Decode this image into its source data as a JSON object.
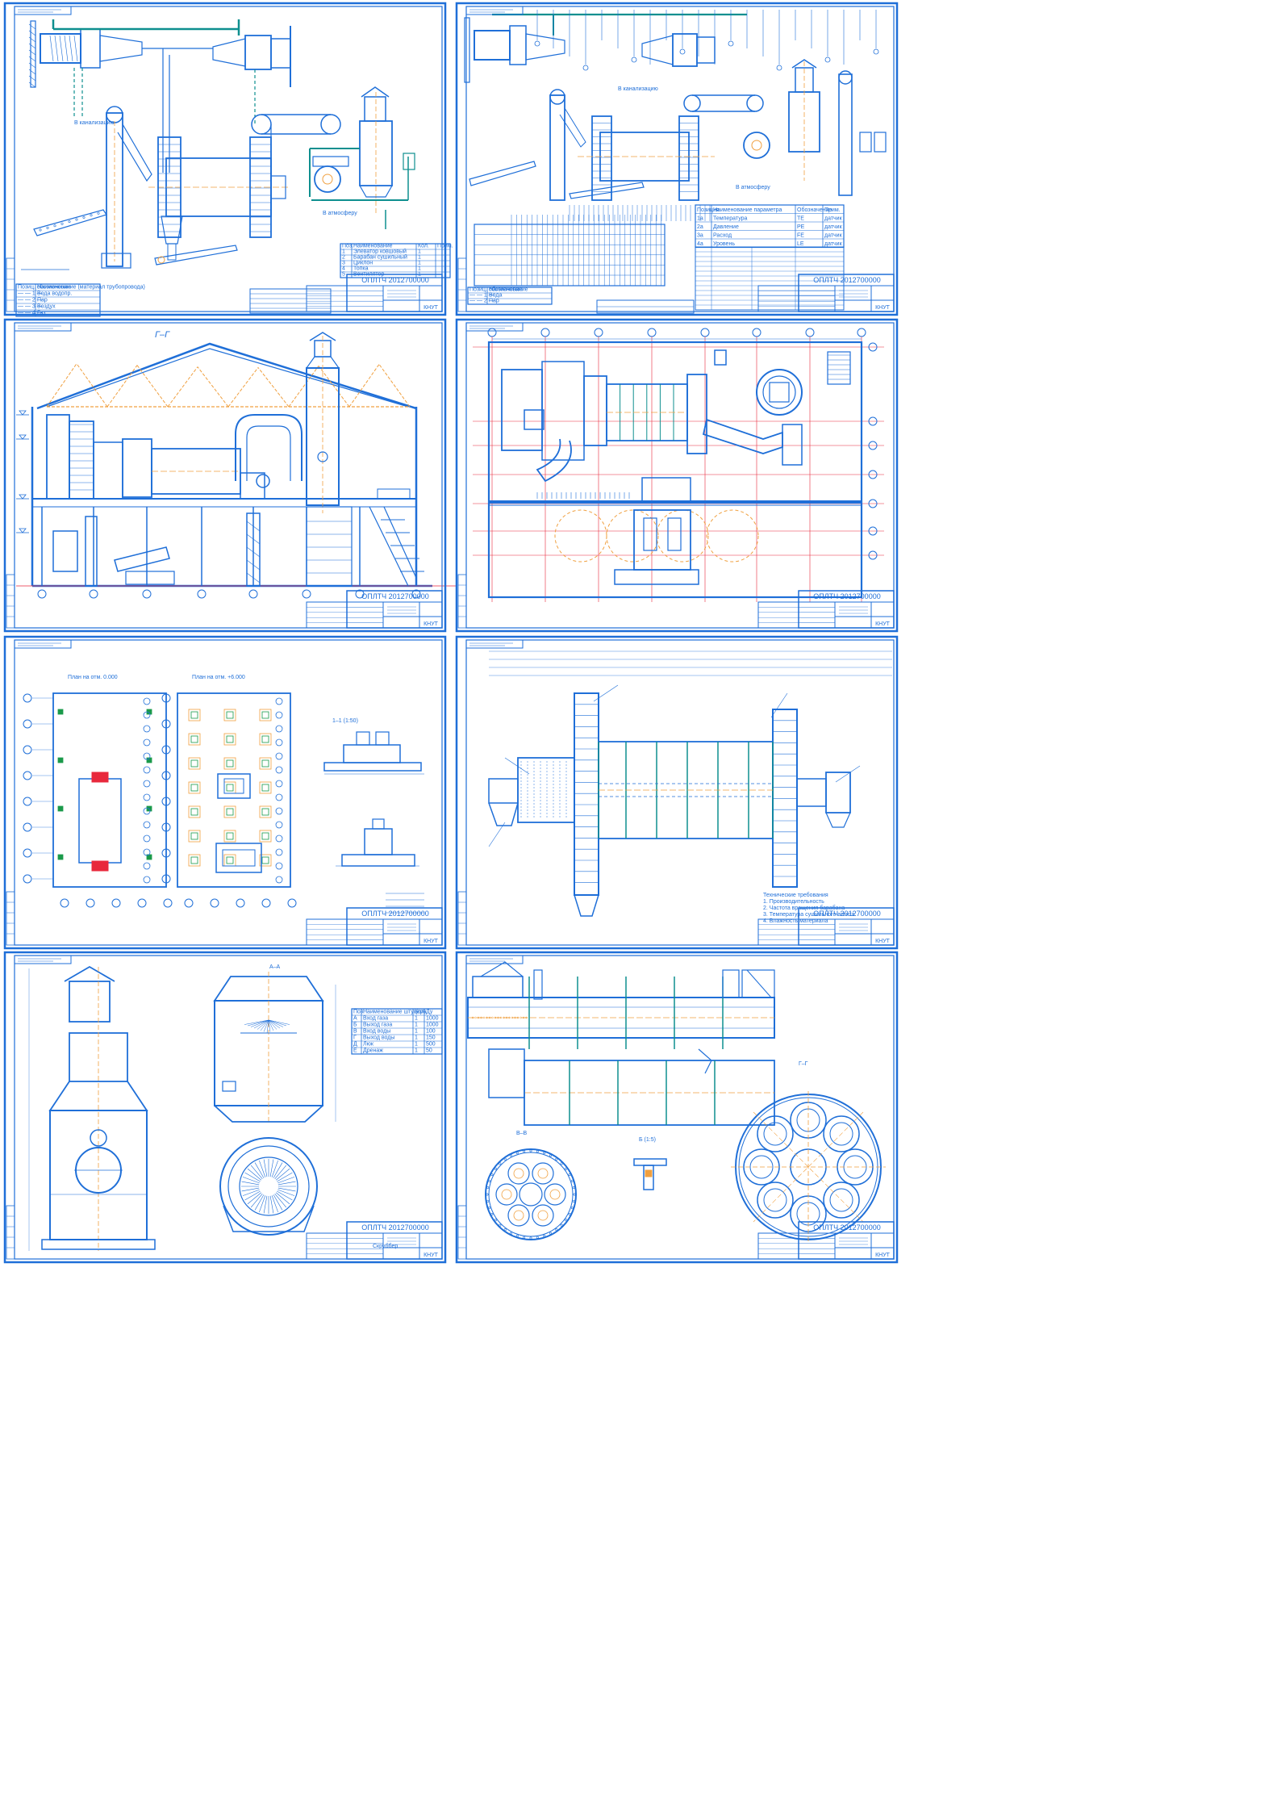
{
  "document": {
    "sheets": [
      {
        "code": "ОПЛТЧ 2012700000",
        "org": "КНУТ",
        "tables": [
          {
            "headers": [
              "Позиц. обозначение",
              "Наименование (материал трубопровода)"
            ],
            "rows": [
              [
                "— — 1 —",
                "Вода водопр."
              ],
              [
                "— — 2 —",
                "Пар"
              ],
              [
                "— — 3 —",
                "Воздух"
              ],
              [
                "— — 4 —",
                "Газ"
              ]
            ]
          },
          {
            "headers": [
              "Поз.",
              "Наименование",
              "Кол.",
              "Прим."
            ],
            "rows": [
              [
                "1",
                "Элеватор ковшовый",
                "1",
                ""
              ],
              [
                "2",
                "Барабан сушильный",
                "1",
                ""
              ],
              [
                "3",
                "Циклон",
                "1",
                ""
              ],
              [
                "4",
                "Топка",
                "1",
                ""
              ],
              [
                "5",
                "Вентилятор",
                "1",
                ""
              ]
            ]
          }
        ],
        "notes": [
          "В атмосферу",
          "В канализацию"
        ]
      },
      {
        "code": "ОПЛТЧ 2012700000",
        "org": "КНУТ",
        "tables": [
          {
            "headers": [
              "Позиц. обозначение",
              "Наименование"
            ],
            "rows": [
              [
                "— — 1 —",
                "Вода"
              ],
              [
                "— — 2 —",
                "Пар"
              ]
            ]
          },
          {
            "headers": [
              "Позиция",
              "Наименование параметра",
              "Обозначение",
              "Прим."
            ],
            "rows": [
              [
                "1а",
                "Температура",
                "ТЕ",
                "датчик"
              ],
              [
                "2а",
                "Давление",
                "РЕ",
                "датчик"
              ],
              [
                "3а",
                "Расход",
                "FЕ",
                "датчик"
              ],
              [
                "4а",
                "Уровень",
                "LЕ",
                "датчик"
              ]
            ]
          }
        ],
        "notes": [
          "В атмосферу",
          "В канализацию"
        ]
      },
      {
        "code": "ОПЛТЧ 2012700000",
        "org": "КНУТ",
        "title": "Г–Г",
        "notes": []
      },
      {
        "code": "ОПЛТЧ 2012700000",
        "org": "КНУТ",
        "title": "",
        "notes": []
      },
      {
        "code": "ОПЛТЧ 2012700000",
        "org": "КНУТ",
        "title": "1–1 (1:50)",
        "notes": [
          "План на отм. 0.000",
          "План на отм. +6.000"
        ]
      },
      {
        "code": "ОПЛТЧ 2012700000",
        "org": "КНУТ",
        "title": "",
        "notes": [
          "Технические требования",
          "1. Производительность",
          "2. Частота вращения барабана",
          "3. Температура сушильного агента",
          "4. Влажность материала"
        ]
      },
      {
        "code": "ОПЛТЧ 2012700000",
        "org": "КНУТ",
        "title": "А–А",
        "tables": [
          {
            "headers": [
              "Поз.",
              "Наименование штуцера",
              "Кол.",
              "Ду"
            ],
            "rows": [
              [
                "А",
                "Вход газа",
                "1",
                "1000"
              ],
              [
                "Б",
                "Выход газа",
                "1",
                "1000"
              ],
              [
                "В",
                "Вход воды",
                "1",
                "100"
              ],
              [
                "Г",
                "Выход воды",
                "1",
                "150"
              ],
              [
                "Д",
                "Люк",
                "1",
                "500"
              ],
              [
                "Е",
                "Дренаж",
                "1",
                "50"
              ]
            ]
          }
        ],
        "notes": [
          "Скруббер"
        ]
      },
      {
        "code": "ОПЛТЧ 2012700000",
        "org": "КНУТ",
        "title": "Г–Г",
        "subtitles": [
          "В–В",
          "Б (1:5)"
        ],
        "notes": []
      }
    ]
  }
}
